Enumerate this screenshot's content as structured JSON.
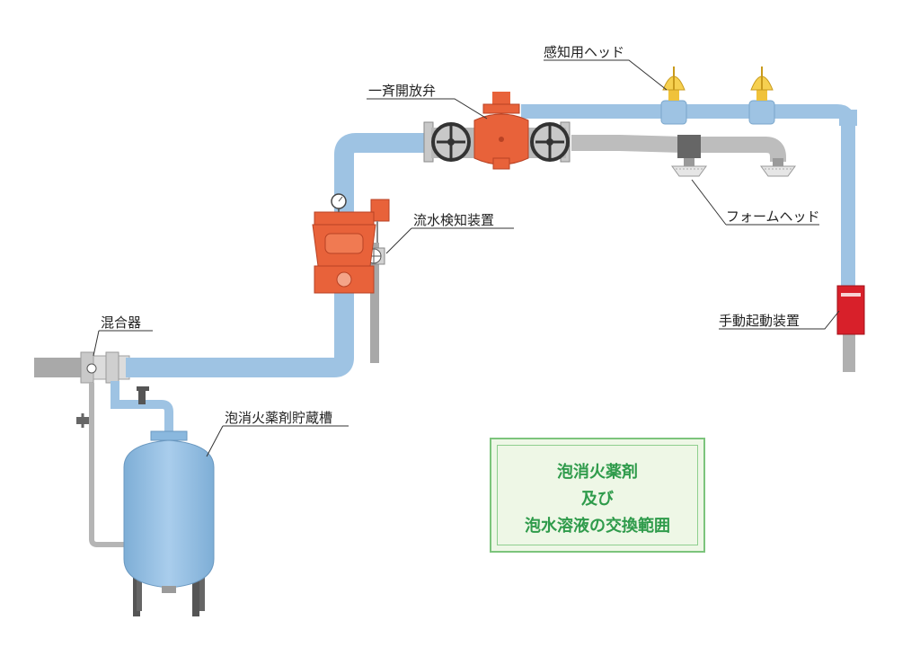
{
  "labels": {
    "heat_detector_head": "感知用ヘッド",
    "deluge_valve": "一斉開放弁",
    "flow_detector": "流水検知装置",
    "foam_head": "フォームヘッド",
    "mixer": "混合器",
    "manual_activator": "手動起動装置",
    "storage_tank": "泡消火薬剤貯蔵槽"
  },
  "legend": {
    "line1": "泡消火薬剤",
    "line2": "及び",
    "line3": "泡水溶液の交換範囲"
  },
  "colors": {
    "blue_pipe": "#9ec3e3",
    "gray_pipe": "#c2c2c2",
    "valve_orange": "#e8623a",
    "legend_green": "#2f9b4b",
    "manual_red": "#d8202a"
  }
}
